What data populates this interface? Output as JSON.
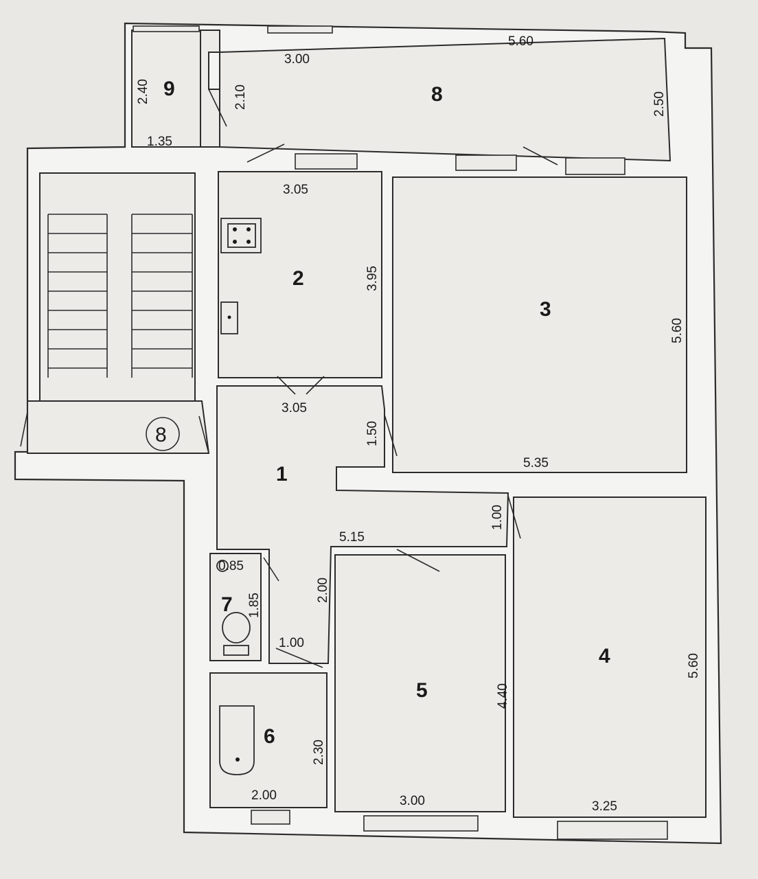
{
  "plan": {
    "rooms": [
      {
        "number": "1"
      },
      {
        "number": "2"
      },
      {
        "number": "3"
      },
      {
        "number": "4"
      },
      {
        "number": "5"
      },
      {
        "number": "6"
      },
      {
        "number": "7"
      },
      {
        "number": "8"
      },
      {
        "number": "9"
      }
    ],
    "stair_landing_label": "8",
    "dimensions": {
      "d_560_top": "5.60",
      "d_300_top": "3.00",
      "d_240": "2.40",
      "d_210": "2.10",
      "d_250": "2.50",
      "d_135": "1.35",
      "d_305_a": "3.05",
      "d_395": "3.95",
      "d_560_r3": "5.60",
      "d_305_b": "3.05",
      "d_150": "1.50",
      "d_535": "5.35",
      "d_515": "5.15",
      "d_100_a": "1.00",
      "d_085": "0.85",
      "d_185": "1.85",
      "d_200_a": "2.00",
      "d_100_b": "1.00",
      "d_440": "4.40",
      "d_560_r4": "5.60",
      "d_230": "2.30",
      "d_200_b": "2.00",
      "d_300_b": "3.00",
      "d_325": "3.25"
    }
  }
}
